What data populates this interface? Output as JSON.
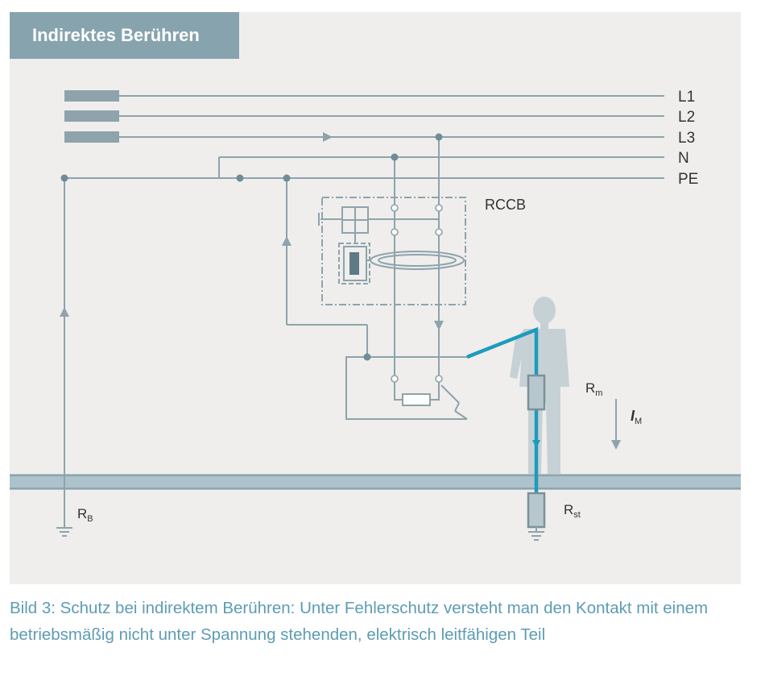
{
  "header": {
    "title": "Indirektes Berühren"
  },
  "diagram": {
    "conductors": [
      "L1",
      "L2",
      "L3",
      "N",
      "PE"
    ],
    "device_label": "RCCB",
    "resistors": {
      "earth_source": {
        "main": "R",
        "sub": "B"
      },
      "body": {
        "main": "R",
        "sub": "m"
      },
      "standing": {
        "main": "R",
        "sub": "st"
      }
    },
    "current": {
      "main": "I",
      "sub": "M"
    }
  },
  "caption": {
    "text": "Bild 3: Schutz bei indirektem Berühren: Unter Fehlerschutz versteht man den Kontakt mit einem betriebsmäßig nicht unter Spannung stehenden, elektrisch leitfähigen Teil"
  },
  "colors": {
    "panel_bg": "#efeeec",
    "header_bg": "#87a3ae",
    "line": "#8ea3ac",
    "fault_path": "#1d9bbd",
    "person": "#c6d1d6",
    "caption": "#5d9cb4"
  }
}
